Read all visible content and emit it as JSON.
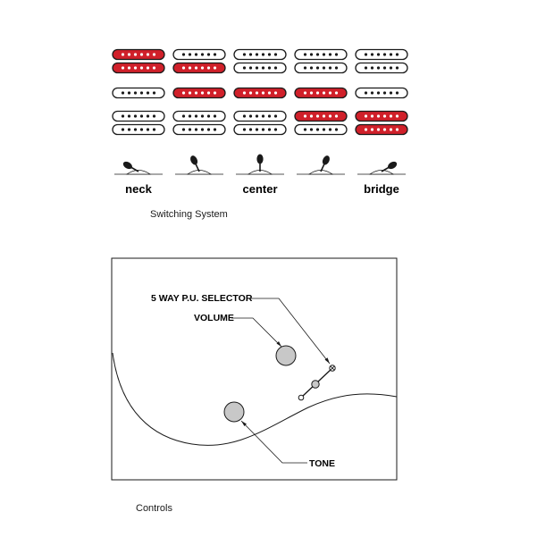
{
  "colors": {
    "active": "#d0202a",
    "inactive": "#ffffff",
    "outline": "#1a1a1a",
    "knob": "#c8c8c8"
  },
  "switching": {
    "positions": [
      {
        "label": "neck",
        "neck": [
          "on",
          "on"
        ],
        "middle": [
          "off"
        ],
        "bridge": [
          "off",
          "off"
        ],
        "lever": "left"
      },
      {
        "label": "",
        "neck": [
          "off",
          "on"
        ],
        "middle": [
          "on"
        ],
        "bridge": [
          "off",
          "off"
        ],
        "lever": "mid-left"
      },
      {
        "label": "center",
        "neck": [
          "off",
          "off"
        ],
        "middle": [
          "on"
        ],
        "bridge": [
          "off",
          "off"
        ],
        "lever": "center"
      },
      {
        "label": "",
        "neck": [
          "off",
          "off"
        ],
        "middle": [
          "on"
        ],
        "bridge": [
          "on",
          "off"
        ],
        "lever": "mid-right"
      },
      {
        "label": "bridge",
        "neck": [
          "off",
          "off"
        ],
        "middle": [
          "off"
        ],
        "bridge": [
          "on",
          "on"
        ],
        "lever": "right"
      }
    ],
    "caption": "Switching System"
  },
  "controls": {
    "selector_label": "5 WAY P.U. SELECTOR",
    "volume_label": "VOLUME",
    "tone_label": "TONE",
    "caption": "Controls"
  }
}
